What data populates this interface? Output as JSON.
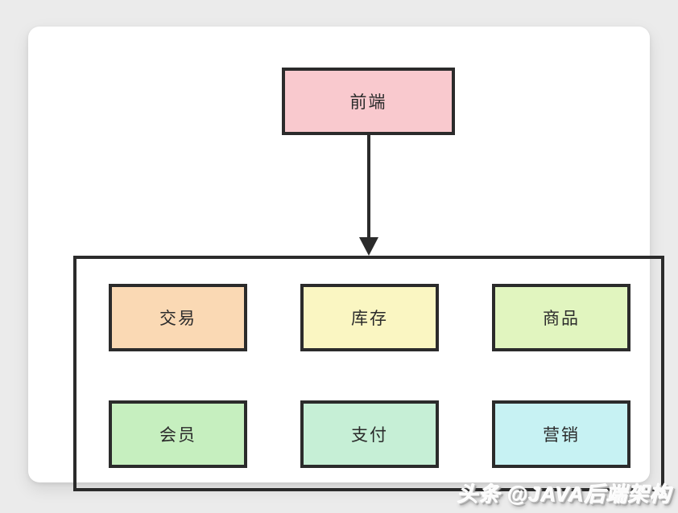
{
  "diagram": {
    "stroke_color": "#2b2b2b",
    "background_color": "#ebebeb",
    "card_color": "#ffffff",
    "root": {
      "label": "前端",
      "color": "#f9c9ce"
    },
    "arrow": {
      "from": "前端",
      "to": "services-container",
      "direction": "down"
    },
    "container": {
      "services": [
        {
          "label": "交易",
          "color": "#fad9b4"
        },
        {
          "label": "库存",
          "color": "#faf6c2"
        },
        {
          "label": "商品",
          "color": "#e1f5bf"
        },
        {
          "label": "会员",
          "color": "#c6efbf"
        },
        {
          "label": "支付",
          "color": "#c6efd6"
        },
        {
          "label": "营销",
          "color": "#c7f2f3"
        }
      ]
    }
  },
  "watermark": {
    "text": "头条 @JAVA后端架构"
  }
}
